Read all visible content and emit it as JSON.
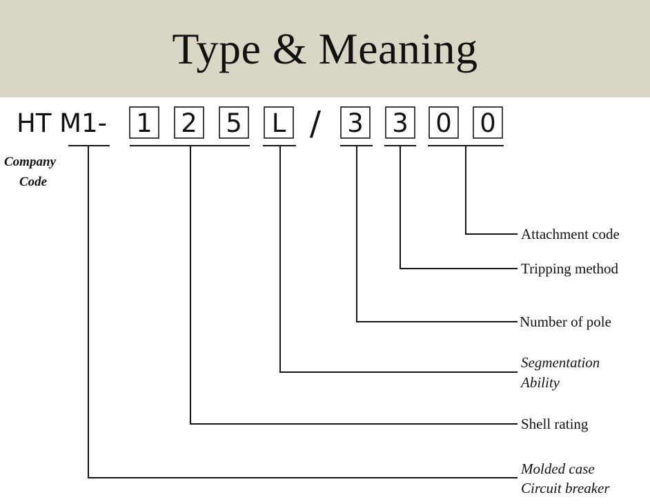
{
  "title": "Type & Meaning",
  "colors": {
    "banner": "#d9d6c5",
    "line": "#111111",
    "background": "#ffffff"
  },
  "code": {
    "prefix": "HT M1-",
    "rating": [
      "1",
      "2",
      "5"
    ],
    "segment": "L",
    "separator": "/",
    "pole": "3",
    "tripping": "3",
    "attachment": [
      "0",
      "0"
    ]
  },
  "labels": {
    "company_code": [
      "Company",
      "Code"
    ],
    "attachment": "Attachment code",
    "tripping": "Tripping method",
    "pole": "Number of pole",
    "segmentation": [
      "Segmentation",
      "Ability"
    ],
    "shell": "Shell rating",
    "molded": [
      "Molded case",
      "Circuit breaker"
    ]
  }
}
